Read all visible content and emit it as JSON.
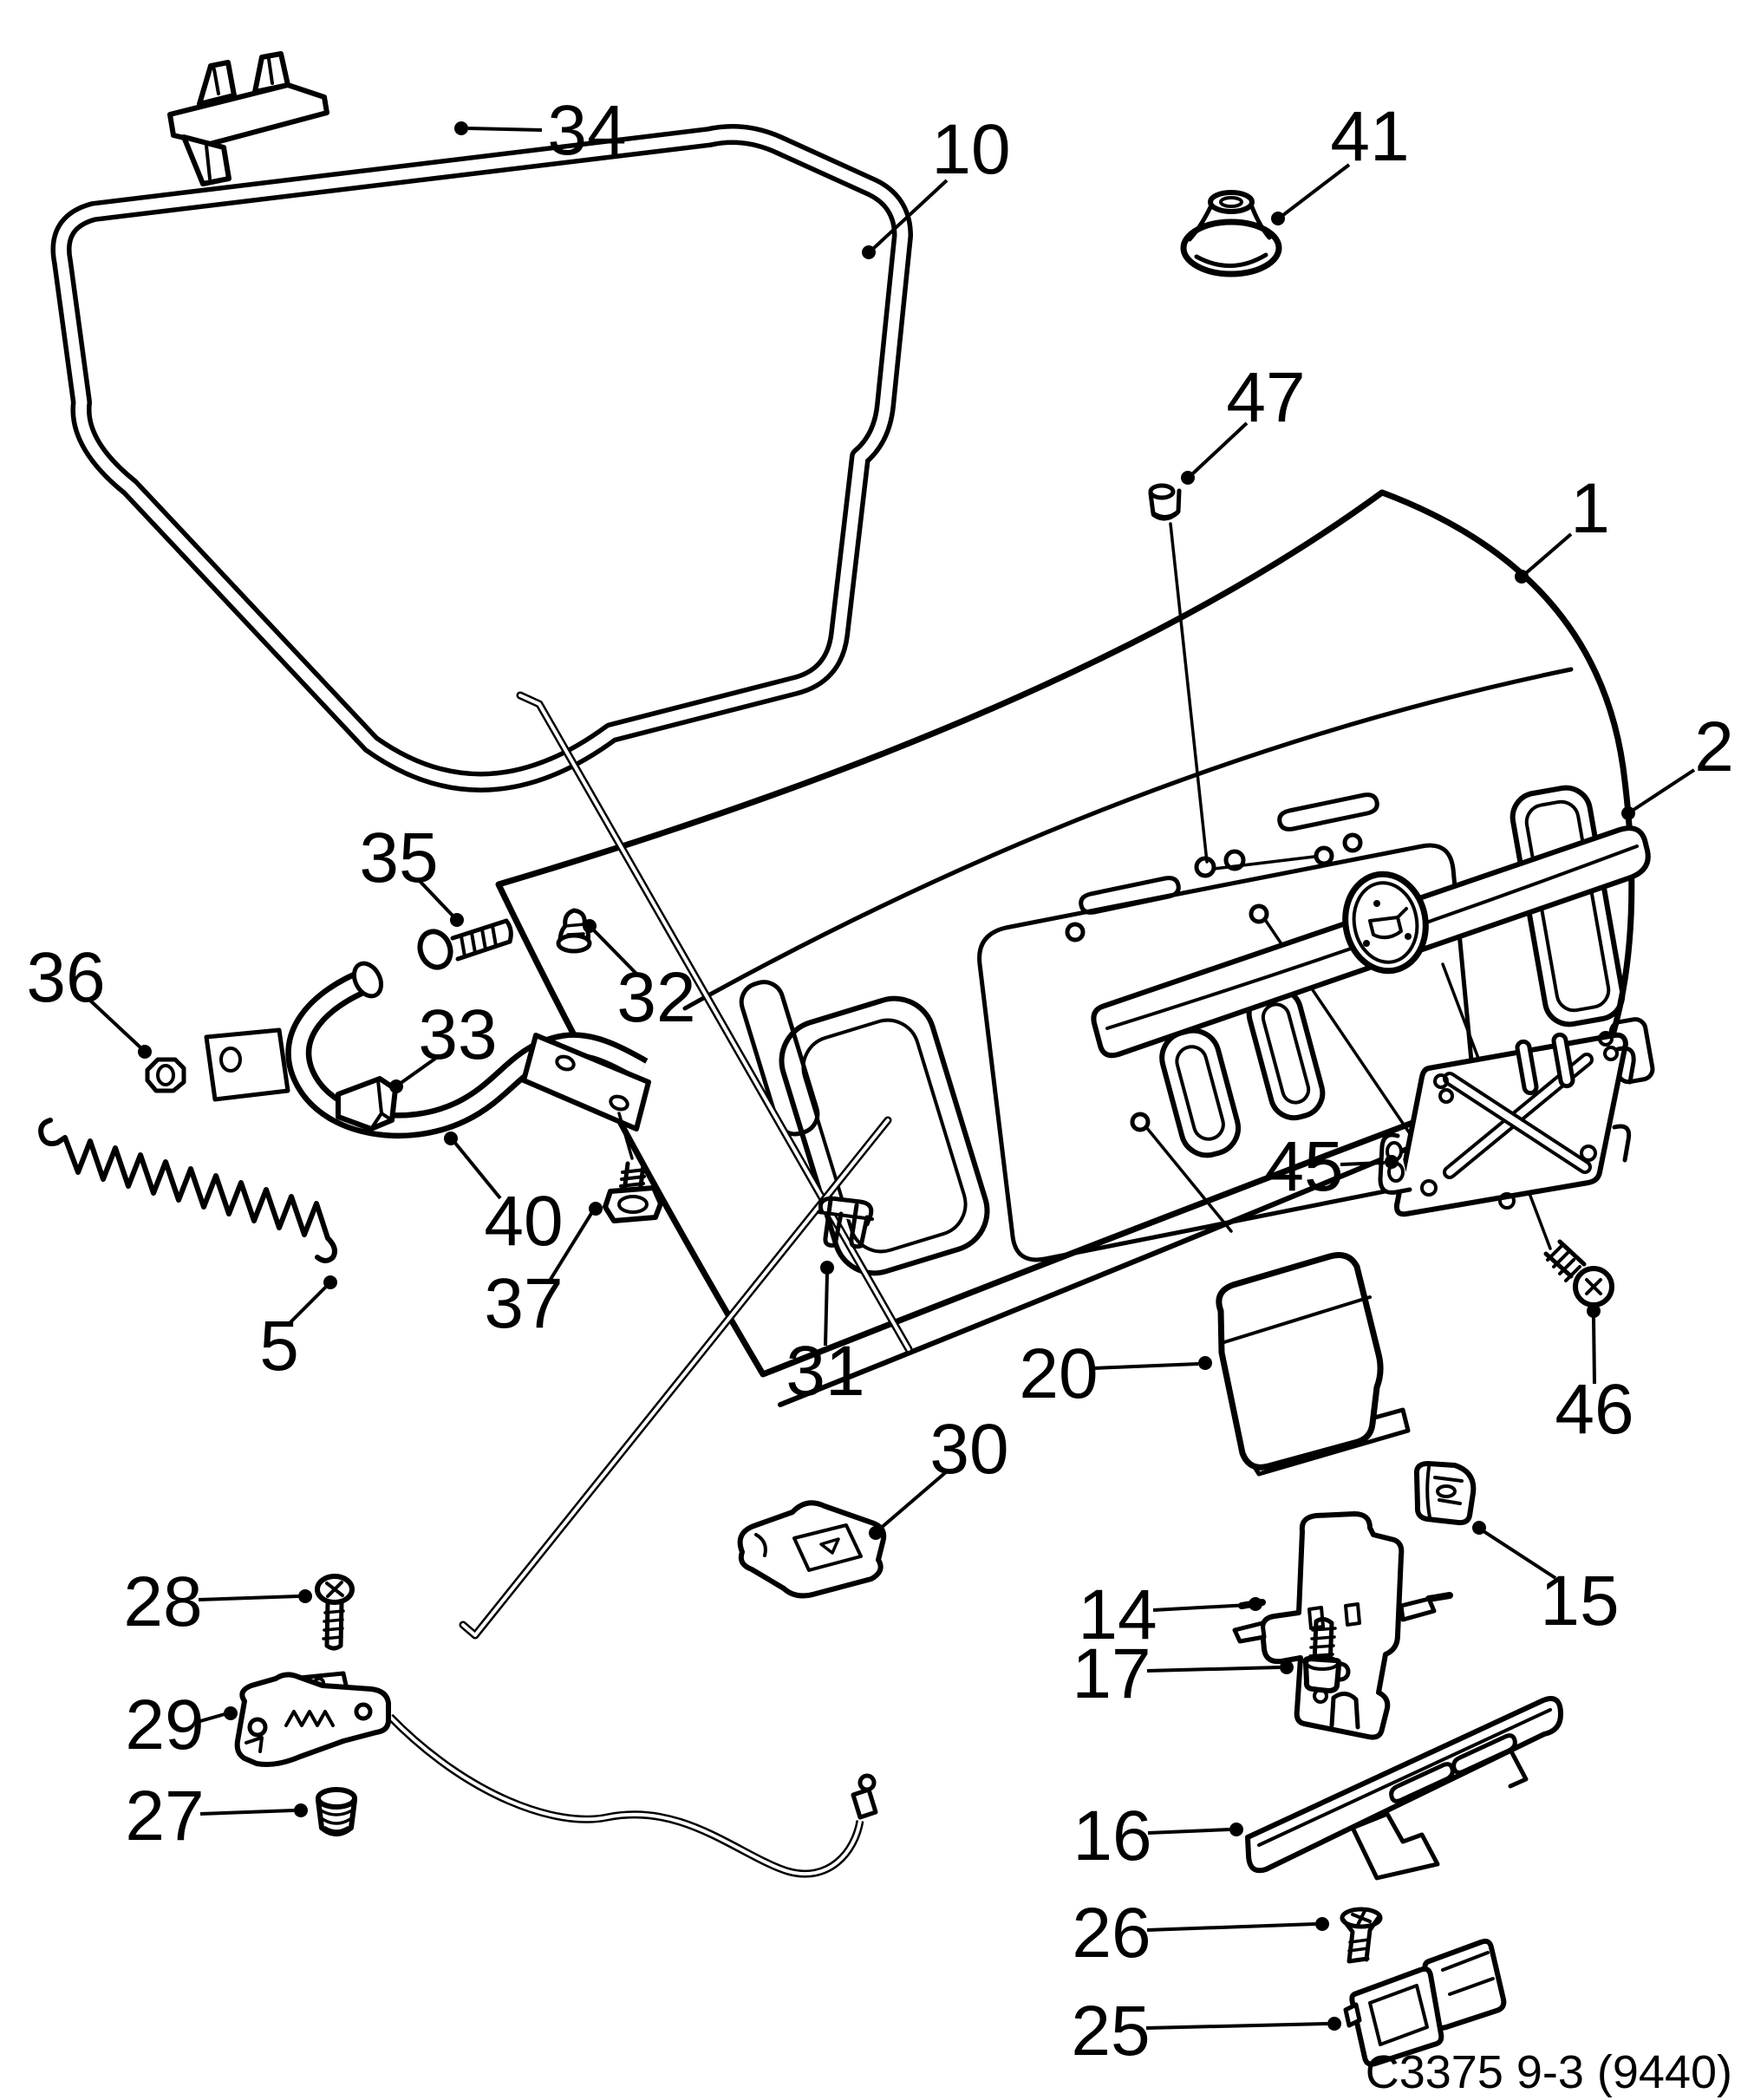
{
  "diagram": {
    "kind": "exploded-parts-line-drawing",
    "colors": {
      "line": "#000000",
      "background": "#ffffff"
    },
    "footer_code": "C3375 9-3 (9440)",
    "callouts": [
      {
        "label": "34"
      },
      {
        "label": "10"
      },
      {
        "label": "41"
      },
      {
        "label": "47"
      },
      {
        "label": "1"
      },
      {
        "label": "2"
      },
      {
        "label": "35"
      },
      {
        "label": "36"
      },
      {
        "label": "33"
      },
      {
        "label": "32"
      },
      {
        "label": "40"
      },
      {
        "label": "37"
      },
      {
        "label": "5"
      },
      {
        "label": "31"
      },
      {
        "label": "20"
      },
      {
        "label": "45"
      },
      {
        "label": "46"
      },
      {
        "label": "30"
      },
      {
        "label": "14"
      },
      {
        "label": "15"
      },
      {
        "label": "28"
      },
      {
        "label": "29"
      },
      {
        "label": "27"
      },
      {
        "label": "17"
      },
      {
        "label": "16"
      },
      {
        "label": "26"
      },
      {
        "label": "25"
      }
    ]
  }
}
